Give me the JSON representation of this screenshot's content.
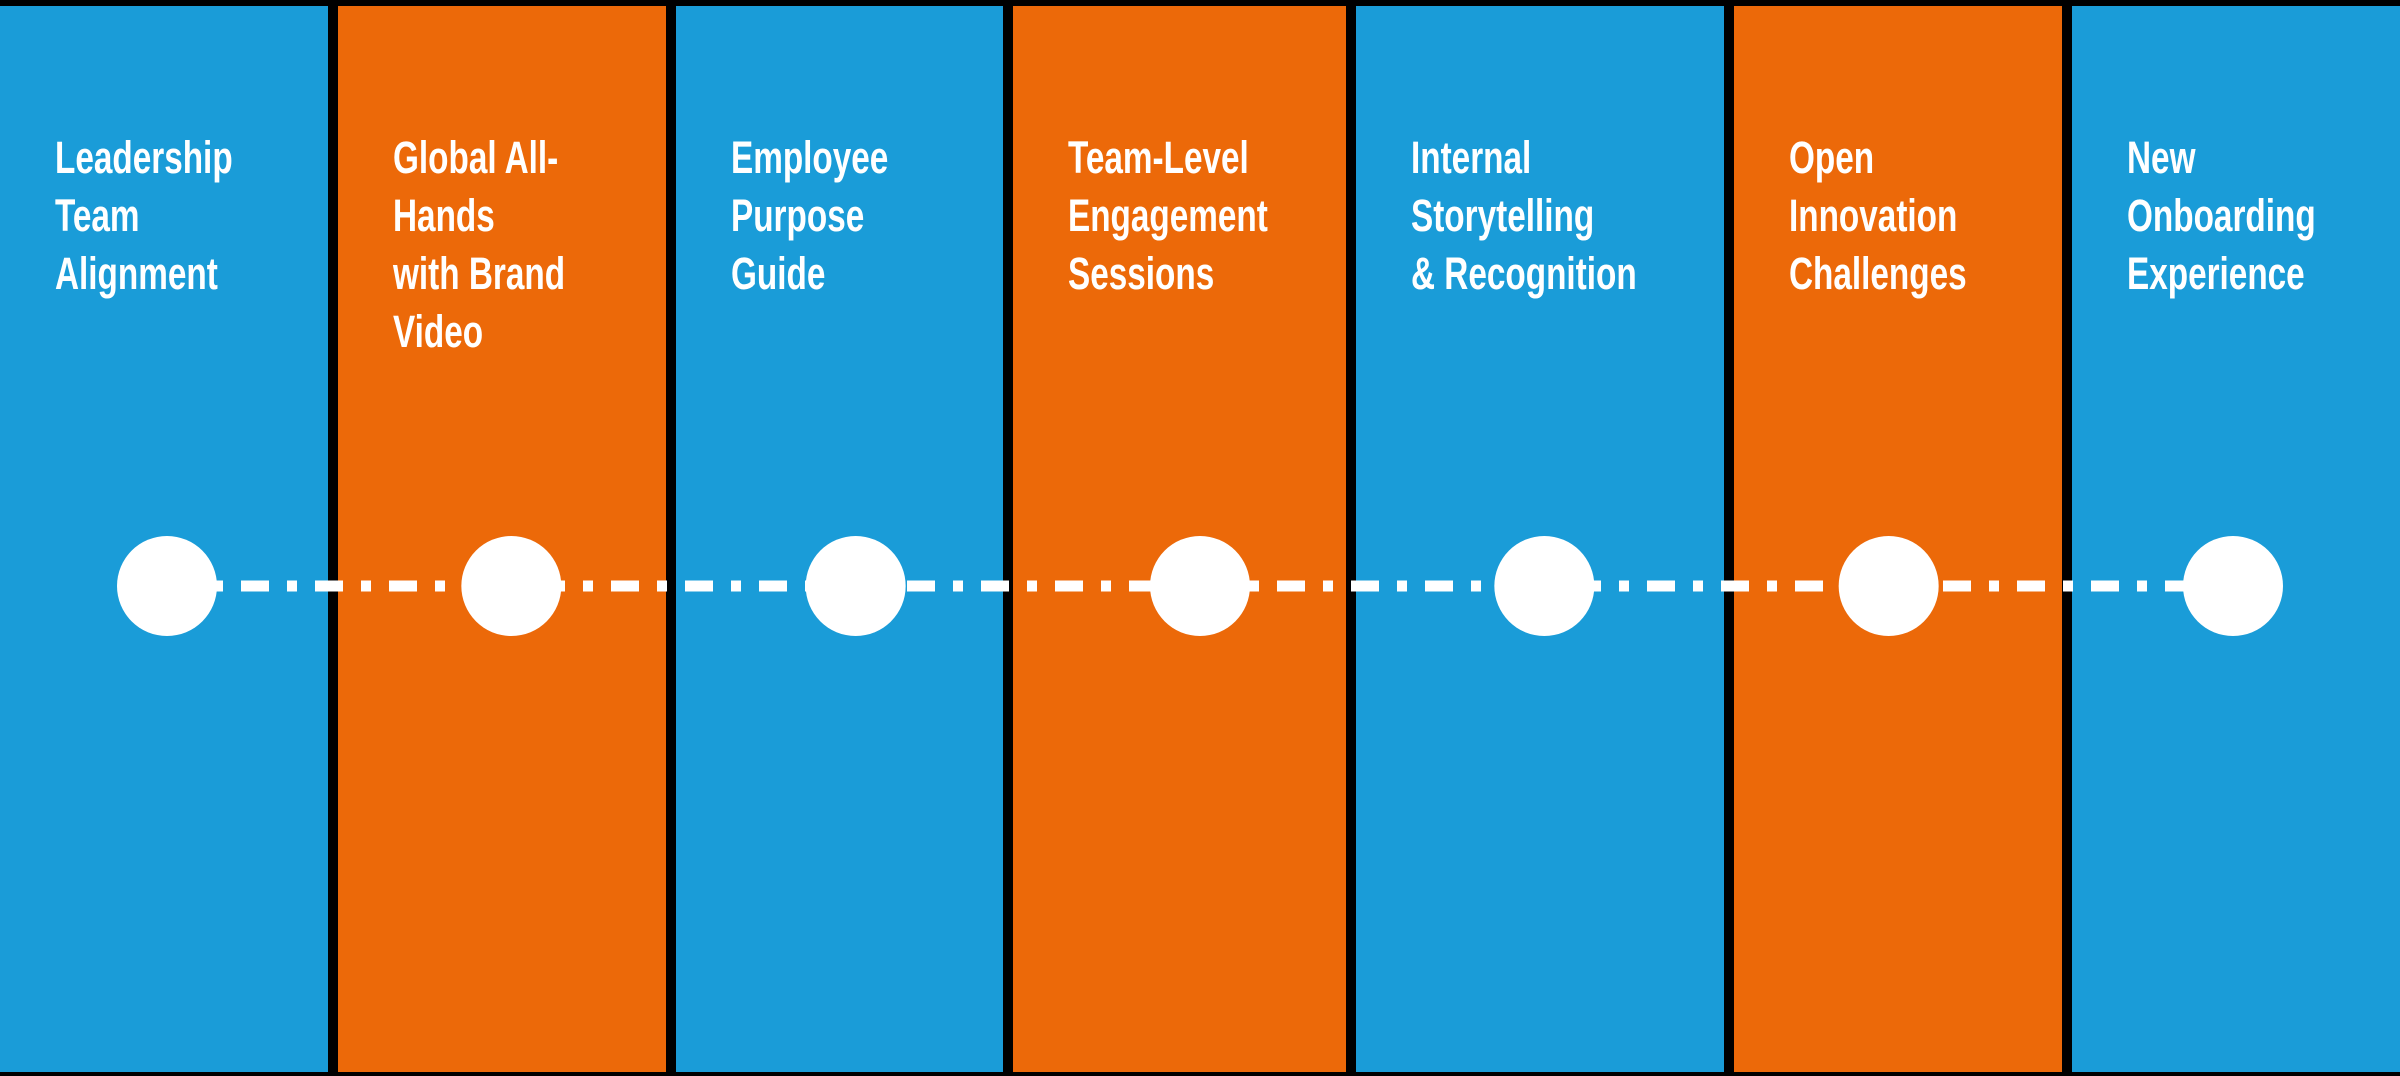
{
  "diagram": {
    "type": "timeline",
    "orientation": "horizontal",
    "palette": {
      "background": "#000000",
      "blue": "#1A9CD8",
      "orange": "#EC6909",
      "text": "#FFFFFF",
      "connector": "#FFFFFF"
    },
    "milestone_count": 7,
    "columns": [
      {
        "label": "Leadership Team Alignment",
        "lines": [
          "Leadership",
          "Team",
          "Alignment"
        ],
        "color": "blue"
      },
      {
        "label": "Global All-Hands with Brand Video",
        "lines": [
          "Global All-",
          "Hands",
          "with Brand",
          "Video"
        ],
        "color": "orange"
      },
      {
        "label": "Employee Purpose Guide",
        "lines": [
          "Employee",
          "Purpose",
          "Guide"
        ],
        "color": "blue"
      },
      {
        "label": "Team-Level Engagement Sessions",
        "lines": [
          "Team-Level",
          "Engagement",
          "Sessions"
        ],
        "color": "orange"
      },
      {
        "label": "Internal Storytelling & Recognition",
        "lines": [
          "Internal",
          "Storytelling",
          "& Recognition"
        ],
        "color": "blue"
      },
      {
        "label": "Open Innovation Challenges",
        "lines": [
          "Open",
          "Innovation",
          "Challenges"
        ],
        "color": "orange"
      },
      {
        "label": "New Onboarding Experience",
        "lines": [
          "New",
          "Onboarding",
          "Experience"
        ],
        "color": "blue"
      }
    ]
  }
}
